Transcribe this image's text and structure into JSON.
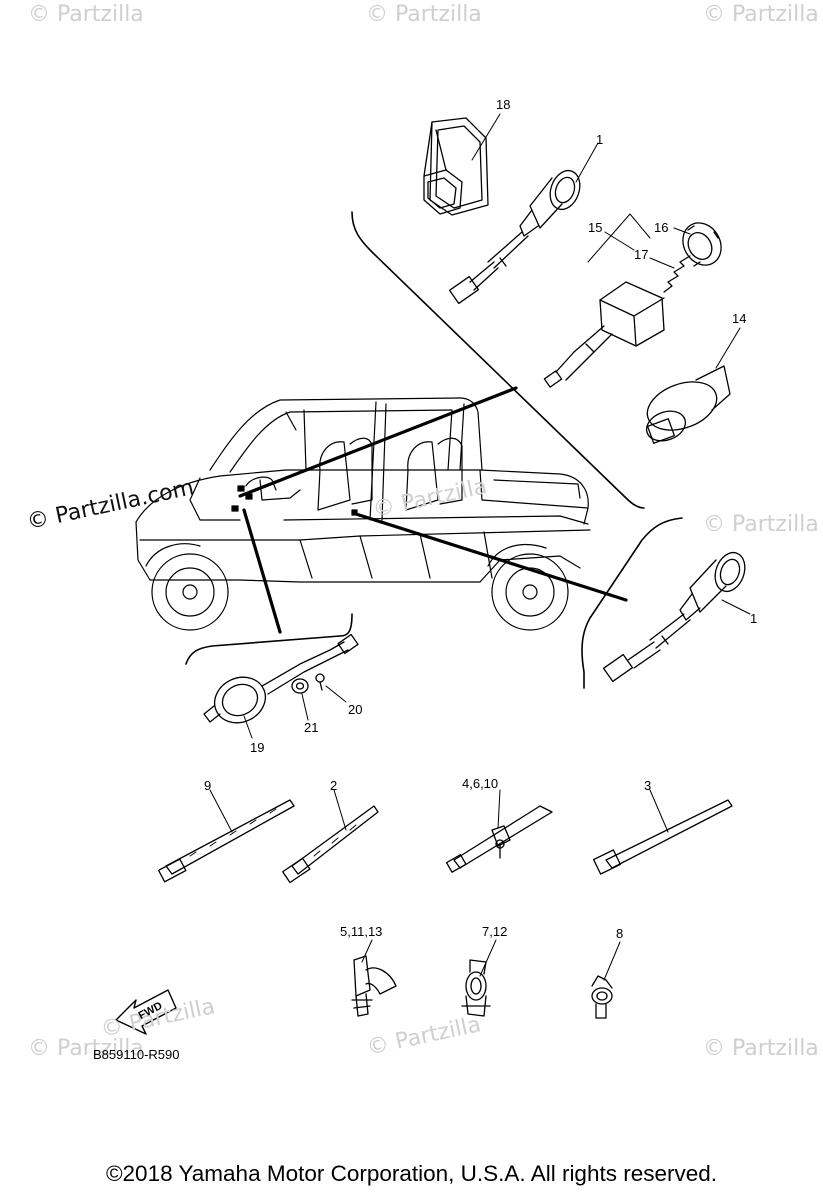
{
  "watermarks": {
    "text": "© Partzilla",
    "main_text": "© Partzilla.com"
  },
  "callouts": {
    "c18": "18",
    "c1_top": "1",
    "c15": "15",
    "c16": "16",
    "c17": "17",
    "c14": "14",
    "c1_right": "1",
    "c20": "20",
    "c21": "21",
    "c19": "19",
    "c9": "9",
    "c2": "2",
    "c4_6_10": "4,6,10",
    "c3": "3",
    "c5_11_13": "5,11,13",
    "c7_12": "7,12",
    "c8": "8"
  },
  "fwd_label": "FWD",
  "reference_code": "B859110-R590",
  "copyright": "©2018  Yamaha Motor Corporation, U.S.A. All rights reserved."
}
